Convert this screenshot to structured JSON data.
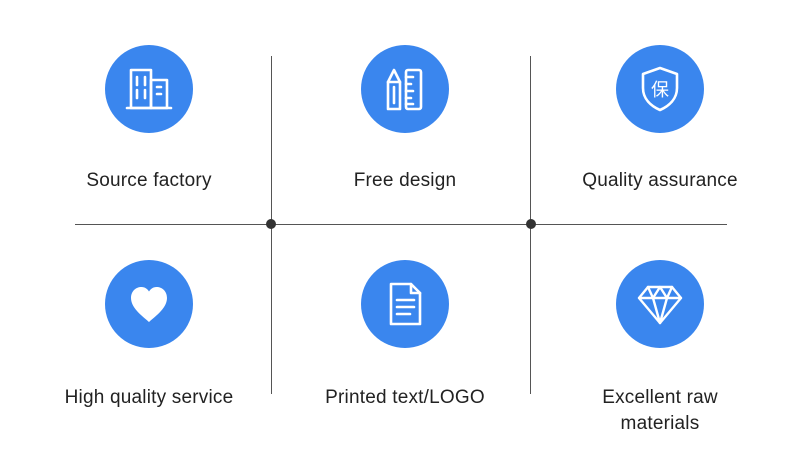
{
  "colors": {
    "icon_circle": "#3a86ee",
    "icon_stroke": "#ffffff",
    "grid_line": "#555555",
    "text": "#222222"
  },
  "features": [
    {
      "label": "Source factory",
      "icon": "building-icon"
    },
    {
      "label": "Free design",
      "icon": "pencil-ruler-icon"
    },
    {
      "label": "Quality assurance",
      "icon": "shield-icon"
    },
    {
      "label": "High quality service",
      "icon": "heart-icon"
    },
    {
      "label": "Printed text/LOGO",
      "icon": "document-icon"
    },
    {
      "label": "Excellent raw\nmaterials",
      "icon": "diamond-icon"
    }
  ],
  "shield_glyph": "保"
}
